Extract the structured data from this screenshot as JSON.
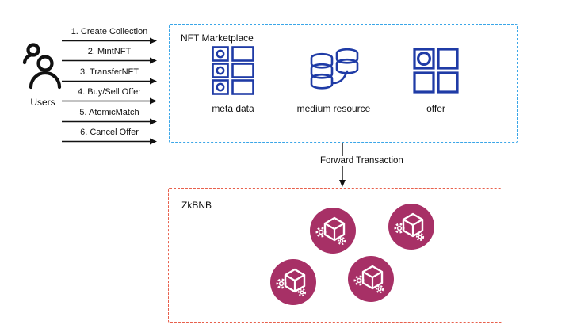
{
  "users": {
    "label": "Users"
  },
  "actions": [
    {
      "label": "1. Create Collection"
    },
    {
      "label": "2. MintNFT"
    },
    {
      "label": "3. TransferNFT"
    },
    {
      "label": "4. Buy/Sell Offer"
    },
    {
      "label": "5. AtomicMatch"
    },
    {
      "label": "6. Cancel Offer"
    }
  ],
  "marketplace": {
    "title": "NFT Marketplace",
    "components": [
      {
        "label": "meta data",
        "icon": "server-rack-icon"
      },
      {
        "label": "medium resource",
        "icon": "database-icon"
      },
      {
        "label": "offer",
        "icon": "grid-offer-icon"
      }
    ]
  },
  "forward": {
    "label": "Forward Transaction"
  },
  "zkbnb": {
    "title": "ZkBNB",
    "node_count": 4,
    "node_icon": "package-gear-icon"
  },
  "colors": {
    "marketplace_border": "#3AA6E8",
    "zkbnb_border": "#E8604C",
    "icon_blue": "#1F3BA6",
    "node_fill": "#A73066",
    "arrow_black": "#111111"
  }
}
